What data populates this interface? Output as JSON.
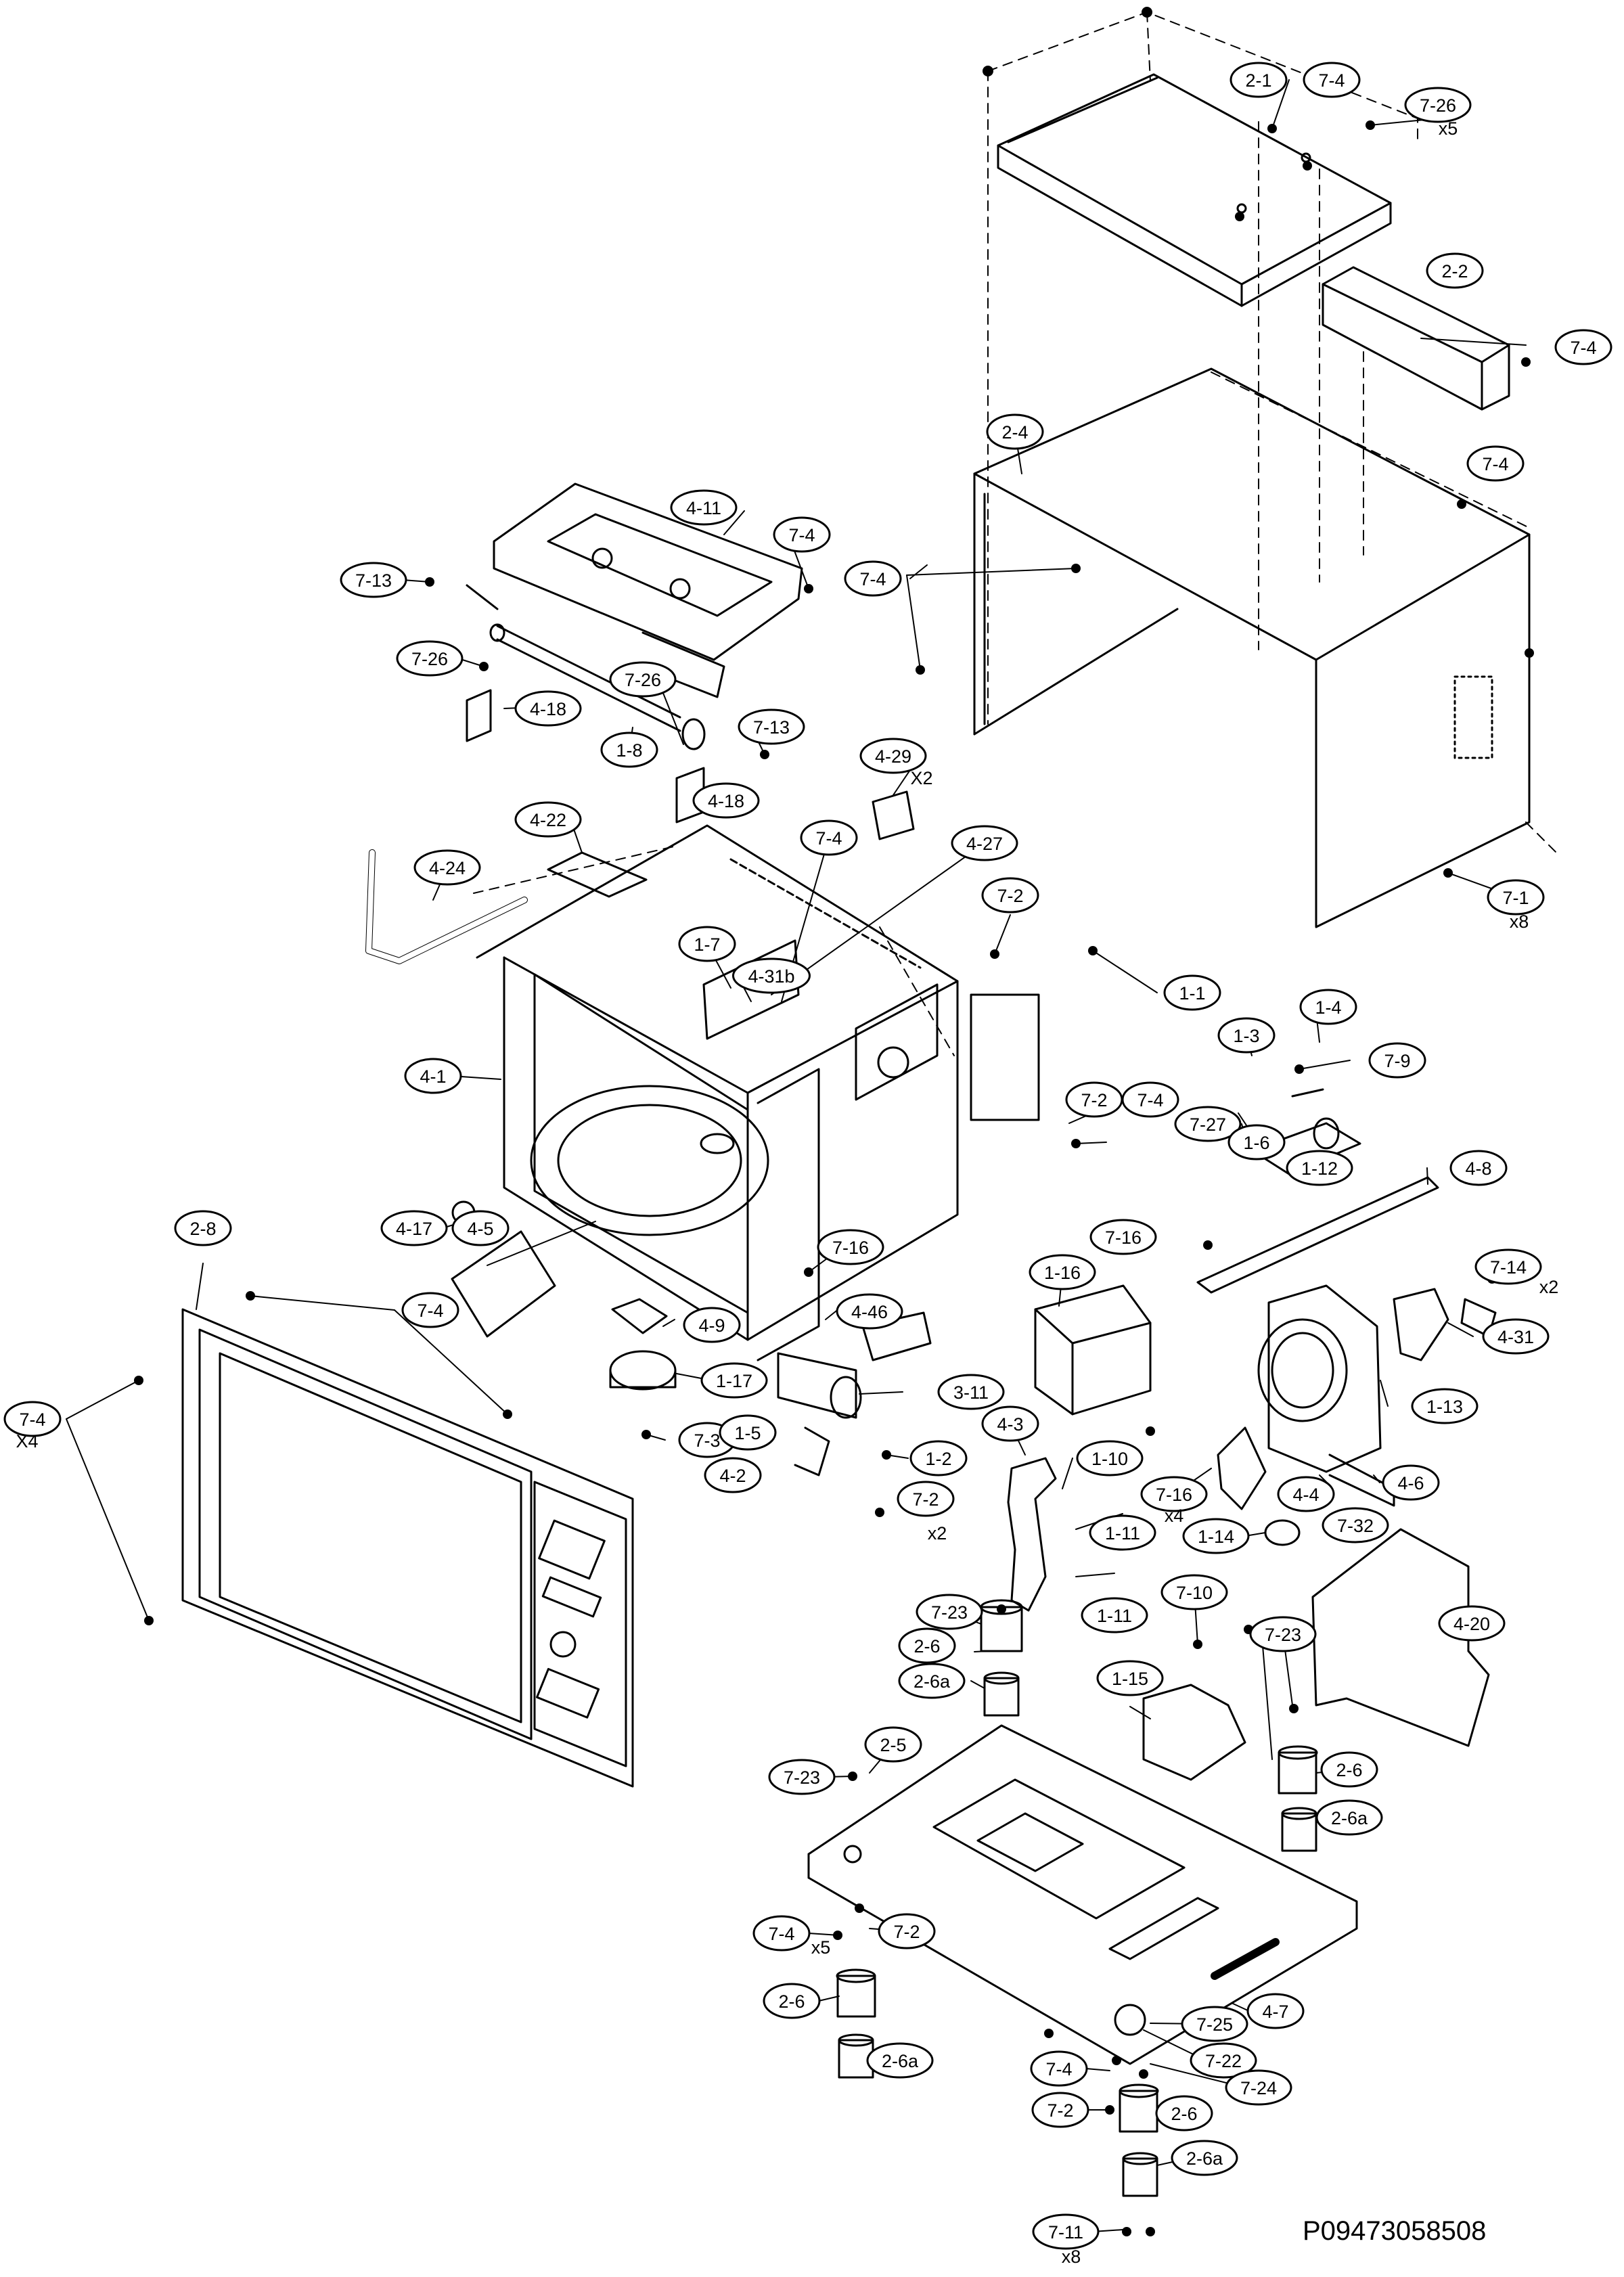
{
  "drawing_code": "P09473058508",
  "callouts": [
    {
      "id": "c1",
      "text": "2-1"
    },
    {
      "id": "c2",
      "text": "7-4"
    },
    {
      "id": "c3",
      "text": "7-26",
      "qty": "x5"
    },
    {
      "id": "c4",
      "text": "2-2"
    },
    {
      "id": "c5",
      "text": "7-4"
    },
    {
      "id": "c6",
      "text": "2-4"
    },
    {
      "id": "c7",
      "text": "7-4"
    },
    {
      "id": "c8",
      "text": "7-4"
    },
    {
      "id": "c9",
      "text": "4-11"
    },
    {
      "id": "c10",
      "text": "7-4"
    },
    {
      "id": "c11",
      "text": "7-13"
    },
    {
      "id": "c12",
      "text": "7-26"
    },
    {
      "id": "c13",
      "text": "7-26"
    },
    {
      "id": "c14",
      "text": "4-18"
    },
    {
      "id": "c15",
      "text": "7-13"
    },
    {
      "id": "c16",
      "text": "1-8"
    },
    {
      "id": "c17",
      "text": "4-18"
    },
    {
      "id": "c18",
      "text": "4-29",
      "qty": "X2"
    },
    {
      "id": "c19",
      "text": "4-22"
    },
    {
      "id": "c20",
      "text": "4-24"
    },
    {
      "id": "c21",
      "text": "7-4"
    },
    {
      "id": "c22",
      "text": "4-27"
    },
    {
      "id": "c23",
      "text": "7-2"
    },
    {
      "id": "c24",
      "text": "7-1",
      "qty": "x8"
    },
    {
      "id": "c25",
      "text": "1-7"
    },
    {
      "id": "c26",
      "text": "4-31b"
    },
    {
      "id": "c27",
      "text": "1-1"
    },
    {
      "id": "c28",
      "text": "1-4"
    },
    {
      "id": "c29",
      "text": "1-3"
    },
    {
      "id": "c30",
      "text": "7-9"
    },
    {
      "id": "c31",
      "text": "4-1"
    },
    {
      "id": "c32",
      "text": "7-2"
    },
    {
      "id": "c33",
      "text": "7-4"
    },
    {
      "id": "c34",
      "text": "7-27"
    },
    {
      "id": "c35",
      "text": "1-6"
    },
    {
      "id": "c36",
      "text": "1-12"
    },
    {
      "id": "c37",
      "text": "4-8"
    },
    {
      "id": "c38",
      "text": "2-8"
    },
    {
      "id": "c39",
      "text": "4-17"
    },
    {
      "id": "c40",
      "text": "4-5"
    },
    {
      "id": "c41",
      "text": "7-16"
    },
    {
      "id": "c42",
      "text": "7-16"
    },
    {
      "id": "c43",
      "text": "7-14",
      "qty": "x2"
    },
    {
      "id": "c44",
      "text": "1-16"
    },
    {
      "id": "c45",
      "text": "7-4"
    },
    {
      "id": "c46",
      "text": "4-9"
    },
    {
      "id": "c47",
      "text": "4-46"
    },
    {
      "id": "c48",
      "text": "4-31"
    },
    {
      "id": "c49",
      "text": "7-4",
      "qty": "X4"
    },
    {
      "id": "c50",
      "text": "1-17"
    },
    {
      "id": "c51",
      "text": "3-11"
    },
    {
      "id": "c52",
      "text": "1-13"
    },
    {
      "id": "c53",
      "text": "7-3"
    },
    {
      "id": "c54",
      "text": "1-5"
    },
    {
      "id": "c55",
      "text": "4-3"
    },
    {
      "id": "c56",
      "text": "1-2"
    },
    {
      "id": "c57",
      "text": "4-2"
    },
    {
      "id": "c58",
      "text": "1-10"
    },
    {
      "id": "c59",
      "text": "7-16",
      "qty": "x4"
    },
    {
      "id": "c60",
      "text": "4-4"
    },
    {
      "id": "c61",
      "text": "4-6"
    },
    {
      "id": "c62",
      "text": "7-2",
      "qty": "x2"
    },
    {
      "id": "c63",
      "text": "1-11"
    },
    {
      "id": "c64",
      "text": "1-14"
    },
    {
      "id": "c65",
      "text": "7-32"
    },
    {
      "id": "c66",
      "text": "1-11"
    },
    {
      "id": "c67",
      "text": "7-10"
    },
    {
      "id": "c68",
      "text": "7-23"
    },
    {
      "id": "c69",
      "text": "4-20"
    },
    {
      "id": "c70",
      "text": "2-6"
    },
    {
      "id": "c71",
      "text": "7-23"
    },
    {
      "id": "c72",
      "text": "2-6a"
    },
    {
      "id": "c73",
      "text": "1-15"
    },
    {
      "id": "c74",
      "text": "2-5"
    },
    {
      "id": "c75",
      "text": "7-23"
    },
    {
      "id": "c76",
      "text": "2-6"
    },
    {
      "id": "c77",
      "text": "2-6a"
    },
    {
      "id": "c78",
      "text": "7-4",
      "qty": "x5"
    },
    {
      "id": "c79",
      "text": "7-2"
    },
    {
      "id": "c80",
      "text": "2-6"
    },
    {
      "id": "c81",
      "text": "4-7"
    },
    {
      "id": "c82",
      "text": "7-25"
    },
    {
      "id": "c83",
      "text": "2-6a"
    },
    {
      "id": "c84",
      "text": "7-4"
    },
    {
      "id": "c85",
      "text": "7-22"
    },
    {
      "id": "c86",
      "text": "7-24"
    },
    {
      "id": "c87",
      "text": "7-2"
    },
    {
      "id": "c88",
      "text": "2-6"
    },
    {
      "id": "c89",
      "text": "2-6a"
    },
    {
      "id": "c90",
      "text": "7-11",
      "qty": "x8"
    }
  ]
}
